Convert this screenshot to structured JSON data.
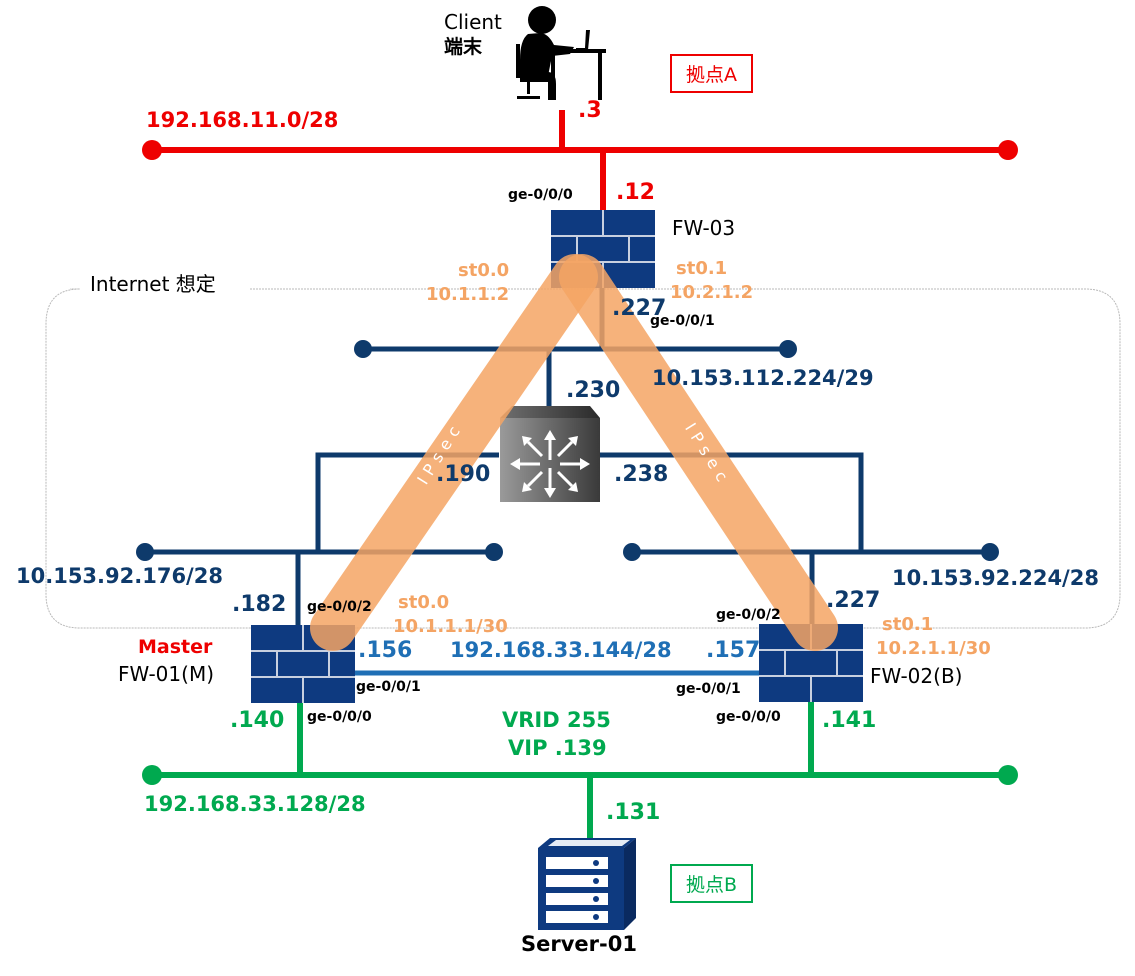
{
  "title": "IPsec VPN redundancy network diagram",
  "colors": {
    "site_a": "#ee0000",
    "internet": "#0e3a6b",
    "sync_link": "#1f6fb5",
    "site_b": "#00a94f",
    "ipsec": "#f4a464",
    "firewall": "#0e3a80"
  },
  "internet_zone": {
    "label": "Internet 想定"
  },
  "site_a": {
    "label": "拠点A",
    "network": "192.168.11.0/28",
    "client": {
      "name": "Client",
      "name2": "端末",
      "ip": ".3",
      "icon": "person-at-desk-icon"
    },
    "fw03": {
      "name": "FW-03",
      "ge0_if": "ge-0/0/0",
      "ge0_ip": ".12",
      "ge1_if": "ge-0/0/1",
      "ge1_ip": ".227",
      "st00": "st0.0",
      "st00_ip": "10.1.1.2",
      "st01": "st0.1",
      "st01_ip": "10.2.1.2"
    }
  },
  "internet": {
    "top_network": "10.153.112.224/29",
    "router_ip_top": ".230",
    "router_ip_left": ".190",
    "router_ip_right": ".238",
    "left_network": "10.153.92.176/28",
    "right_network": "10.153.92.224/28",
    "tunnel_label": "IPsec"
  },
  "site_b": {
    "label": "拠点B",
    "network": "192.168.33.128/28",
    "sync_network": "192.168.33.144/28",
    "vrrp": {
      "vrid": "VRID 255",
      "vip": "VIP .139"
    },
    "fw01": {
      "role": "Master",
      "name": "FW-01(M)",
      "ge2_if": "ge-0/0/2",
      "ge2_ip": ".182",
      "ge1_if": "ge-0/0/1",
      "ge1_ip": ".156",
      "ge0_if": "ge-0/0/0",
      "ge0_ip": ".140",
      "st": "st0.0",
      "st_ip": "10.1.1.1/30"
    },
    "fw02": {
      "name": "FW-02(B)",
      "ge2_if": "ge-0/0/2",
      "ge2_ip": ".227",
      "ge1_if": "ge-0/0/1",
      "ge1_ip": ".157",
      "ge0_if": "ge-0/0/0",
      "ge0_ip": ".141",
      "st": "st0.1",
      "st_ip": "10.2.1.1/30"
    },
    "server": {
      "name": "Server-01",
      "ip": ".131"
    }
  }
}
